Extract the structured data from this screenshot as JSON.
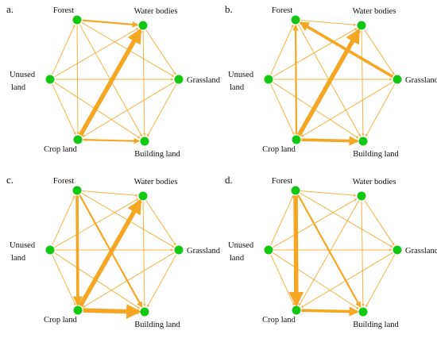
{
  "colors": {
    "edge": "#F5A623",
    "node": "#12C812"
  },
  "panels": [
    {
      "letter": "a.",
      "edges": [
        {
          "from": "Crop land",
          "to": "Water bodies",
          "weight": "very heavy"
        },
        {
          "from": "Forest",
          "to": "Water bodies",
          "weight": "medium"
        },
        {
          "from": "Crop land",
          "to": "Building land",
          "weight": "medium"
        },
        {
          "from": "Unused land",
          "to": "Water bodies",
          "weight": "light"
        },
        {
          "from": "Forest",
          "to": "Grassland",
          "weight": "light"
        },
        {
          "from": "Forest",
          "to": "Crop land",
          "weight": "light"
        },
        {
          "from": "Forest",
          "to": "Building land",
          "weight": "light"
        },
        {
          "from": "Unused land",
          "to": "Forest",
          "weight": "light"
        },
        {
          "from": "Unused land",
          "to": "Grassland",
          "weight": "light"
        },
        {
          "from": "Unused land",
          "to": "Crop land",
          "weight": "light"
        },
        {
          "from": "Unused land",
          "to": "Building land",
          "weight": "light"
        },
        {
          "from": "Water bodies",
          "to": "Grassland",
          "weight": "light"
        },
        {
          "from": "Water bodies",
          "to": "Building land",
          "weight": "light"
        },
        {
          "from": "Grassland",
          "to": "Crop land",
          "weight": "light"
        },
        {
          "from": "Grassland",
          "to": "Building land",
          "weight": "light"
        }
      ]
    },
    {
      "letter": "b.",
      "edges": [
        {
          "from": "Crop land",
          "to": "Water bodies",
          "weight": "very heavy"
        },
        {
          "from": "Grassland",
          "to": "Forest",
          "weight": "heavy"
        },
        {
          "from": "Crop land",
          "to": "Building land",
          "weight": "heavy"
        },
        {
          "from": "Crop land",
          "to": "Forest",
          "weight": "medium"
        },
        {
          "from": "Forest",
          "to": "Water bodies",
          "weight": "light"
        },
        {
          "from": "Unused land",
          "to": "Forest",
          "weight": "light"
        },
        {
          "from": "Unused land",
          "to": "Water bodies",
          "weight": "light"
        },
        {
          "from": "Unused land",
          "to": "Grassland",
          "weight": "light"
        },
        {
          "from": "Unused land",
          "to": "Crop land",
          "weight": "light"
        },
        {
          "from": "Unused land",
          "to": "Building land",
          "weight": "light"
        },
        {
          "from": "Water bodies",
          "to": "Grassland",
          "weight": "light"
        },
        {
          "from": "Grassland",
          "to": "Crop land",
          "weight": "light"
        },
        {
          "from": "Grassland",
          "to": "Building land",
          "weight": "light"
        },
        {
          "from": "Forest",
          "to": "Building land",
          "weight": "light"
        },
        {
          "from": "Water bodies",
          "to": "Building land",
          "weight": "light"
        }
      ]
    },
    {
      "letter": "c.",
      "edges": [
        {
          "from": "Crop land",
          "to": "Water bodies",
          "weight": "very heavy"
        },
        {
          "from": "Crop land",
          "to": "Building land",
          "weight": "very heavy"
        },
        {
          "from": "Forest",
          "to": "Crop land",
          "weight": "heavy"
        },
        {
          "from": "Forest",
          "to": "Building land",
          "weight": "medium"
        },
        {
          "from": "Forest",
          "to": "Water bodies",
          "weight": "light"
        },
        {
          "from": "Forest",
          "to": "Grassland",
          "weight": "light"
        },
        {
          "from": "Unused land",
          "to": "Forest",
          "weight": "light"
        },
        {
          "from": "Unused land",
          "to": "Water bodies",
          "weight": "light"
        },
        {
          "from": "Unused land",
          "to": "Grassland",
          "weight": "light"
        },
        {
          "from": "Unused land",
          "to": "Crop land",
          "weight": "light"
        },
        {
          "from": "Unused land",
          "to": "Building land",
          "weight": "light"
        },
        {
          "from": "Water bodies",
          "to": "Grassland",
          "weight": "light"
        },
        {
          "from": "Water bodies",
          "to": "Building land",
          "weight": "light"
        },
        {
          "from": "Grassland",
          "to": "Crop land",
          "weight": "light"
        },
        {
          "from": "Grassland",
          "to": "Building land",
          "weight": "light"
        }
      ]
    },
    {
      "letter": "d.",
      "edges": [
        {
          "from": "Forest",
          "to": "Crop land",
          "weight": "very heavy"
        },
        {
          "from": "Crop land",
          "to": "Building land",
          "weight": "heavy"
        },
        {
          "from": "Forest",
          "to": "Building land",
          "weight": "medium"
        },
        {
          "from": "Forest",
          "to": "Water bodies",
          "weight": "light"
        },
        {
          "from": "Forest",
          "to": "Grassland",
          "weight": "light"
        },
        {
          "from": "Unused land",
          "to": "Forest",
          "weight": "light"
        },
        {
          "from": "Unused land",
          "to": "Water bodies",
          "weight": "light"
        },
        {
          "from": "Unused land",
          "to": "Grassland",
          "weight": "light"
        },
        {
          "from": "Unused land",
          "to": "Crop land",
          "weight": "light"
        },
        {
          "from": "Unused land",
          "to": "Building land",
          "weight": "light"
        },
        {
          "from": "Water bodies",
          "to": "Crop land",
          "weight": "light"
        },
        {
          "from": "Water bodies",
          "to": "Building land",
          "weight": "light"
        },
        {
          "from": "Grassland",
          "to": "Crop land",
          "weight": "light"
        },
        {
          "from": "Grassland",
          "to": "Building land",
          "weight": "light"
        },
        {
          "from": "Water bodies",
          "to": "Grassland",
          "weight": "light"
        }
      ]
    }
  ]
}
